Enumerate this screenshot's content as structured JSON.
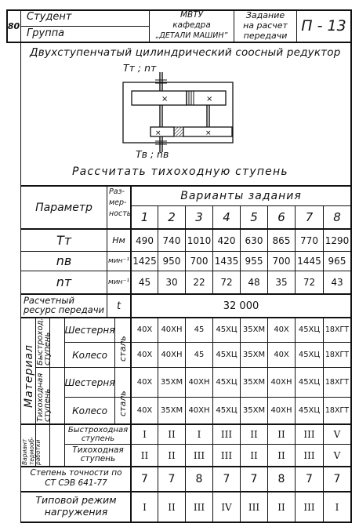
{
  "header": {
    "page_number": "80",
    "student_label": "Студент",
    "group_label": "Группа",
    "dept_line1": "МВТУ",
    "dept_line2": "кафедра",
    "dept_line3": "„ДЕТАЛИ МАШИН”",
    "task_line1": "Задание",
    "task_line2": "на расчет",
    "task_line3": "передачи",
    "task_code": "П - 13"
  },
  "title": "Двухступенчатый цилиндрический соосный редуктор",
  "diagram": {
    "top_label": "Tᴛ ; nᴛ",
    "bottom_label": "Tʙ ; nʙ"
  },
  "instruction": "Рассчитать тихоходную ступень",
  "table": {
    "param_header": "Параметр",
    "dim_header": [
      "Раз-",
      "мер-",
      "ность"
    ],
    "variants_header": "Варианты задания",
    "variants": [
      "1",
      "2",
      "3",
      "4",
      "5",
      "6",
      "7",
      "8"
    ],
    "rows": [
      {
        "param": "Tᴛ",
        "unit": "Нм",
        "values": [
          "490",
          "740",
          "1010",
          "420",
          "630",
          "865",
          "770",
          "1290"
        ]
      },
      {
        "param": "nʙ",
        "unit": "мин⁻¹",
        "values": [
          "1425",
          "950",
          "700",
          "1435",
          "955",
          "700",
          "1445",
          "965"
        ]
      },
      {
        "param": "nᴛ",
        "unit": "мин⁻¹",
        "values": [
          "45",
          "30",
          "22",
          "72",
          "48",
          "35",
          "72",
          "43"
        ]
      }
    ],
    "resource": {
      "label1": "Расчетный",
      "label2": "ресурс передачи",
      "unit": "t",
      "value": "32 000"
    },
    "material": {
      "group_label": "Материал",
      "fast_label1": "Быстроход.",
      "fast_label2": "ступень",
      "slow_label1": "Тихоходная",
      "slow_label2": "ступень",
      "steel_label": "сталь",
      "pinion_label": "Шестерня",
      "wheel_label": "Колесо",
      "fast_pinion": [
        "40Х",
        "40ХН",
        "45",
        "45ХЦ",
        "35ХМ",
        "40Х",
        "45ХЦ",
        "18ХГТ"
      ],
      "fast_wheel": [
        "40Х",
        "40ХН",
        "45",
        "45ХЦ",
        "35ХМ",
        "40Х",
        "45ХЦ",
        "18ХГТ"
      ],
      "slow_pinion": [
        "40Х",
        "35ХМ",
        "40ХН",
        "45ХЦ",
        "35ХМ",
        "40ХН",
        "45ХЦ",
        "18ХГТ"
      ],
      "slow_wheel": [
        "40Х",
        "35ХМ",
        "40ХН",
        "45ХЦ",
        "35ХМ",
        "40ХН",
        "45ХЦ",
        "18ХГТ"
      ]
    },
    "treatment": {
      "group_label1": "Вариант",
      "group_label2": "термооб-",
      "group_label3": "работки",
      "fast_label1": "Быстроходная",
      "fast_label2": "ступень",
      "slow_label1": "Тихоходная",
      "slow_label2": "ступень",
      "fast_values": [
        "I",
        "II",
        "I",
        "III",
        "II",
        "II",
        "III",
        "V"
      ],
      "slow_values": [
        "II",
        "II",
        "III",
        "III",
        "II",
        "II",
        "III",
        "V"
      ]
    },
    "accuracy": {
      "label1": "Степень точности по",
      "label2": "СТ СЭВ 641-77",
      "values": [
        "7",
        "7",
        "8",
        "7",
        "7",
        "8",
        "7",
        "7"
      ]
    },
    "load_mode": {
      "label1": "Типовой режим",
      "label2": "нагружения",
      "values": [
        "I",
        "II",
        "III",
        "IV",
        "III",
        "II",
        "III",
        "I"
      ]
    }
  }
}
